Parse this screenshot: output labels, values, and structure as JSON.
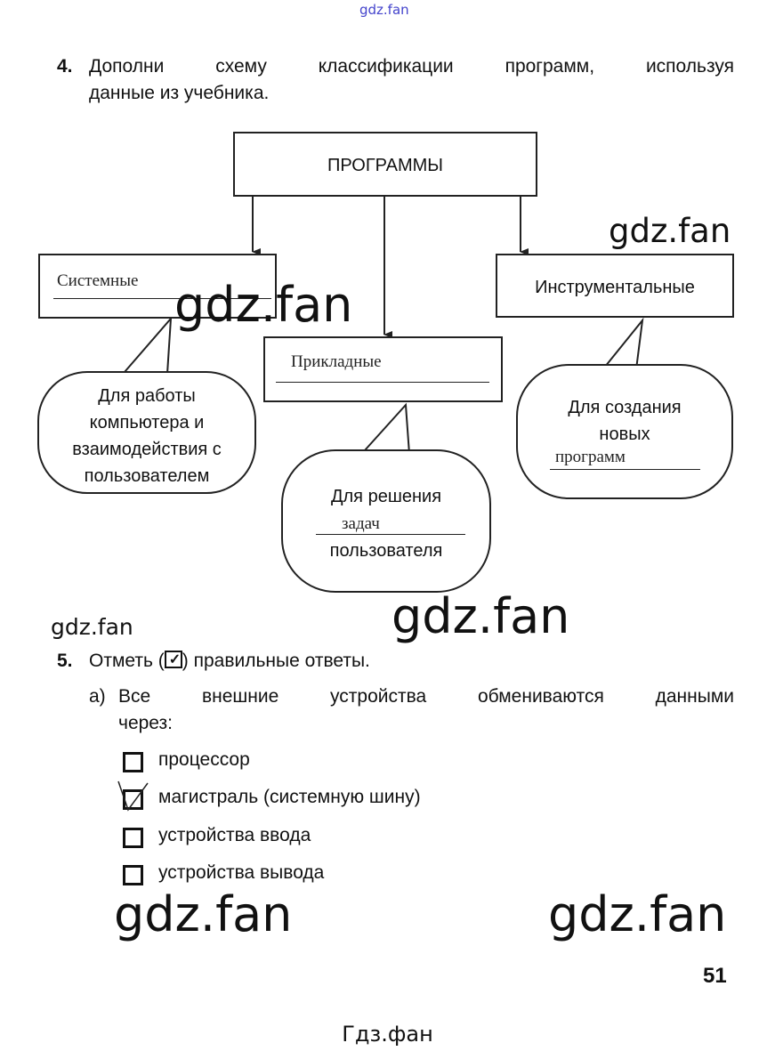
{
  "watermarks": {
    "top": "gdz.fan",
    "mark": "gdz.fan",
    "footer": "Гдз.фан"
  },
  "task4": {
    "number": "4.",
    "line1": "Дополни схему классификации программ, используя",
    "line2": "данные из учебника.",
    "root": "ПРОГРАММЫ",
    "system": {
      "answer": "Системные",
      "bubble": [
        "Для работы",
        "компьютера и",
        "взаимодействия с",
        "пользователем"
      ]
    },
    "applied": {
      "answer": "Прикладные",
      "bubble_top": "Для решения",
      "bubble_answer": "задач",
      "bubble_bottom": "пользователя"
    },
    "tools": {
      "label": "Инструментальные",
      "bubble_top": "Для создания",
      "bubble_mid": "новых",
      "bubble_answer": "программ"
    }
  },
  "task5": {
    "number": "5.",
    "instruction_pre": "Отметь (",
    "instruction_post": ") правильные ответы.",
    "part_a": {
      "letter": "а)",
      "question_line1": "Все внешние устройства обмениваются данными",
      "question_line2": "через:",
      "options": [
        {
          "label": "процессор",
          "checked": false
        },
        {
          "label": "магистраль (системную шину)",
          "checked": true
        },
        {
          "label": "устройства ввода",
          "checked": false
        },
        {
          "label": "устройства вывода",
          "checked": false
        }
      ]
    }
  },
  "page_number": "51"
}
